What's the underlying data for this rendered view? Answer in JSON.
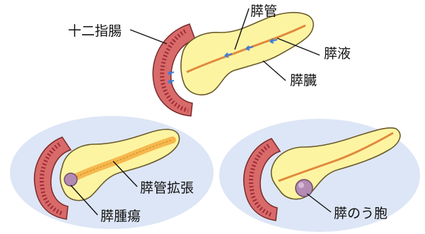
{
  "labels": {
    "duodenum": "十二指腸",
    "pancreatic_duct": "膵管",
    "pancreatic_juice": "膵液",
    "pancreas": "膵臓",
    "duct_dilation": "膵管拡張",
    "tumor": "膵腫瘍",
    "cyst": "膵のう胞"
  },
  "colors": {
    "panel_background": "#dde6f6",
    "duodenum_outer": "#d96a6a",
    "duodenum_inner": "#9e2c35",
    "pancreas_fill": "#fdf4a2",
    "pancreas_outline": "#6b5a2a",
    "duct": "#f39b4c",
    "dilated_duct": "#f6b84d",
    "flow_arrows": "#3b7dd8",
    "lesion": "#b48bb2"
  },
  "icons": {
    "flow": "blue-arrow-icon",
    "lesion": "purple-nodule-icon"
  }
}
